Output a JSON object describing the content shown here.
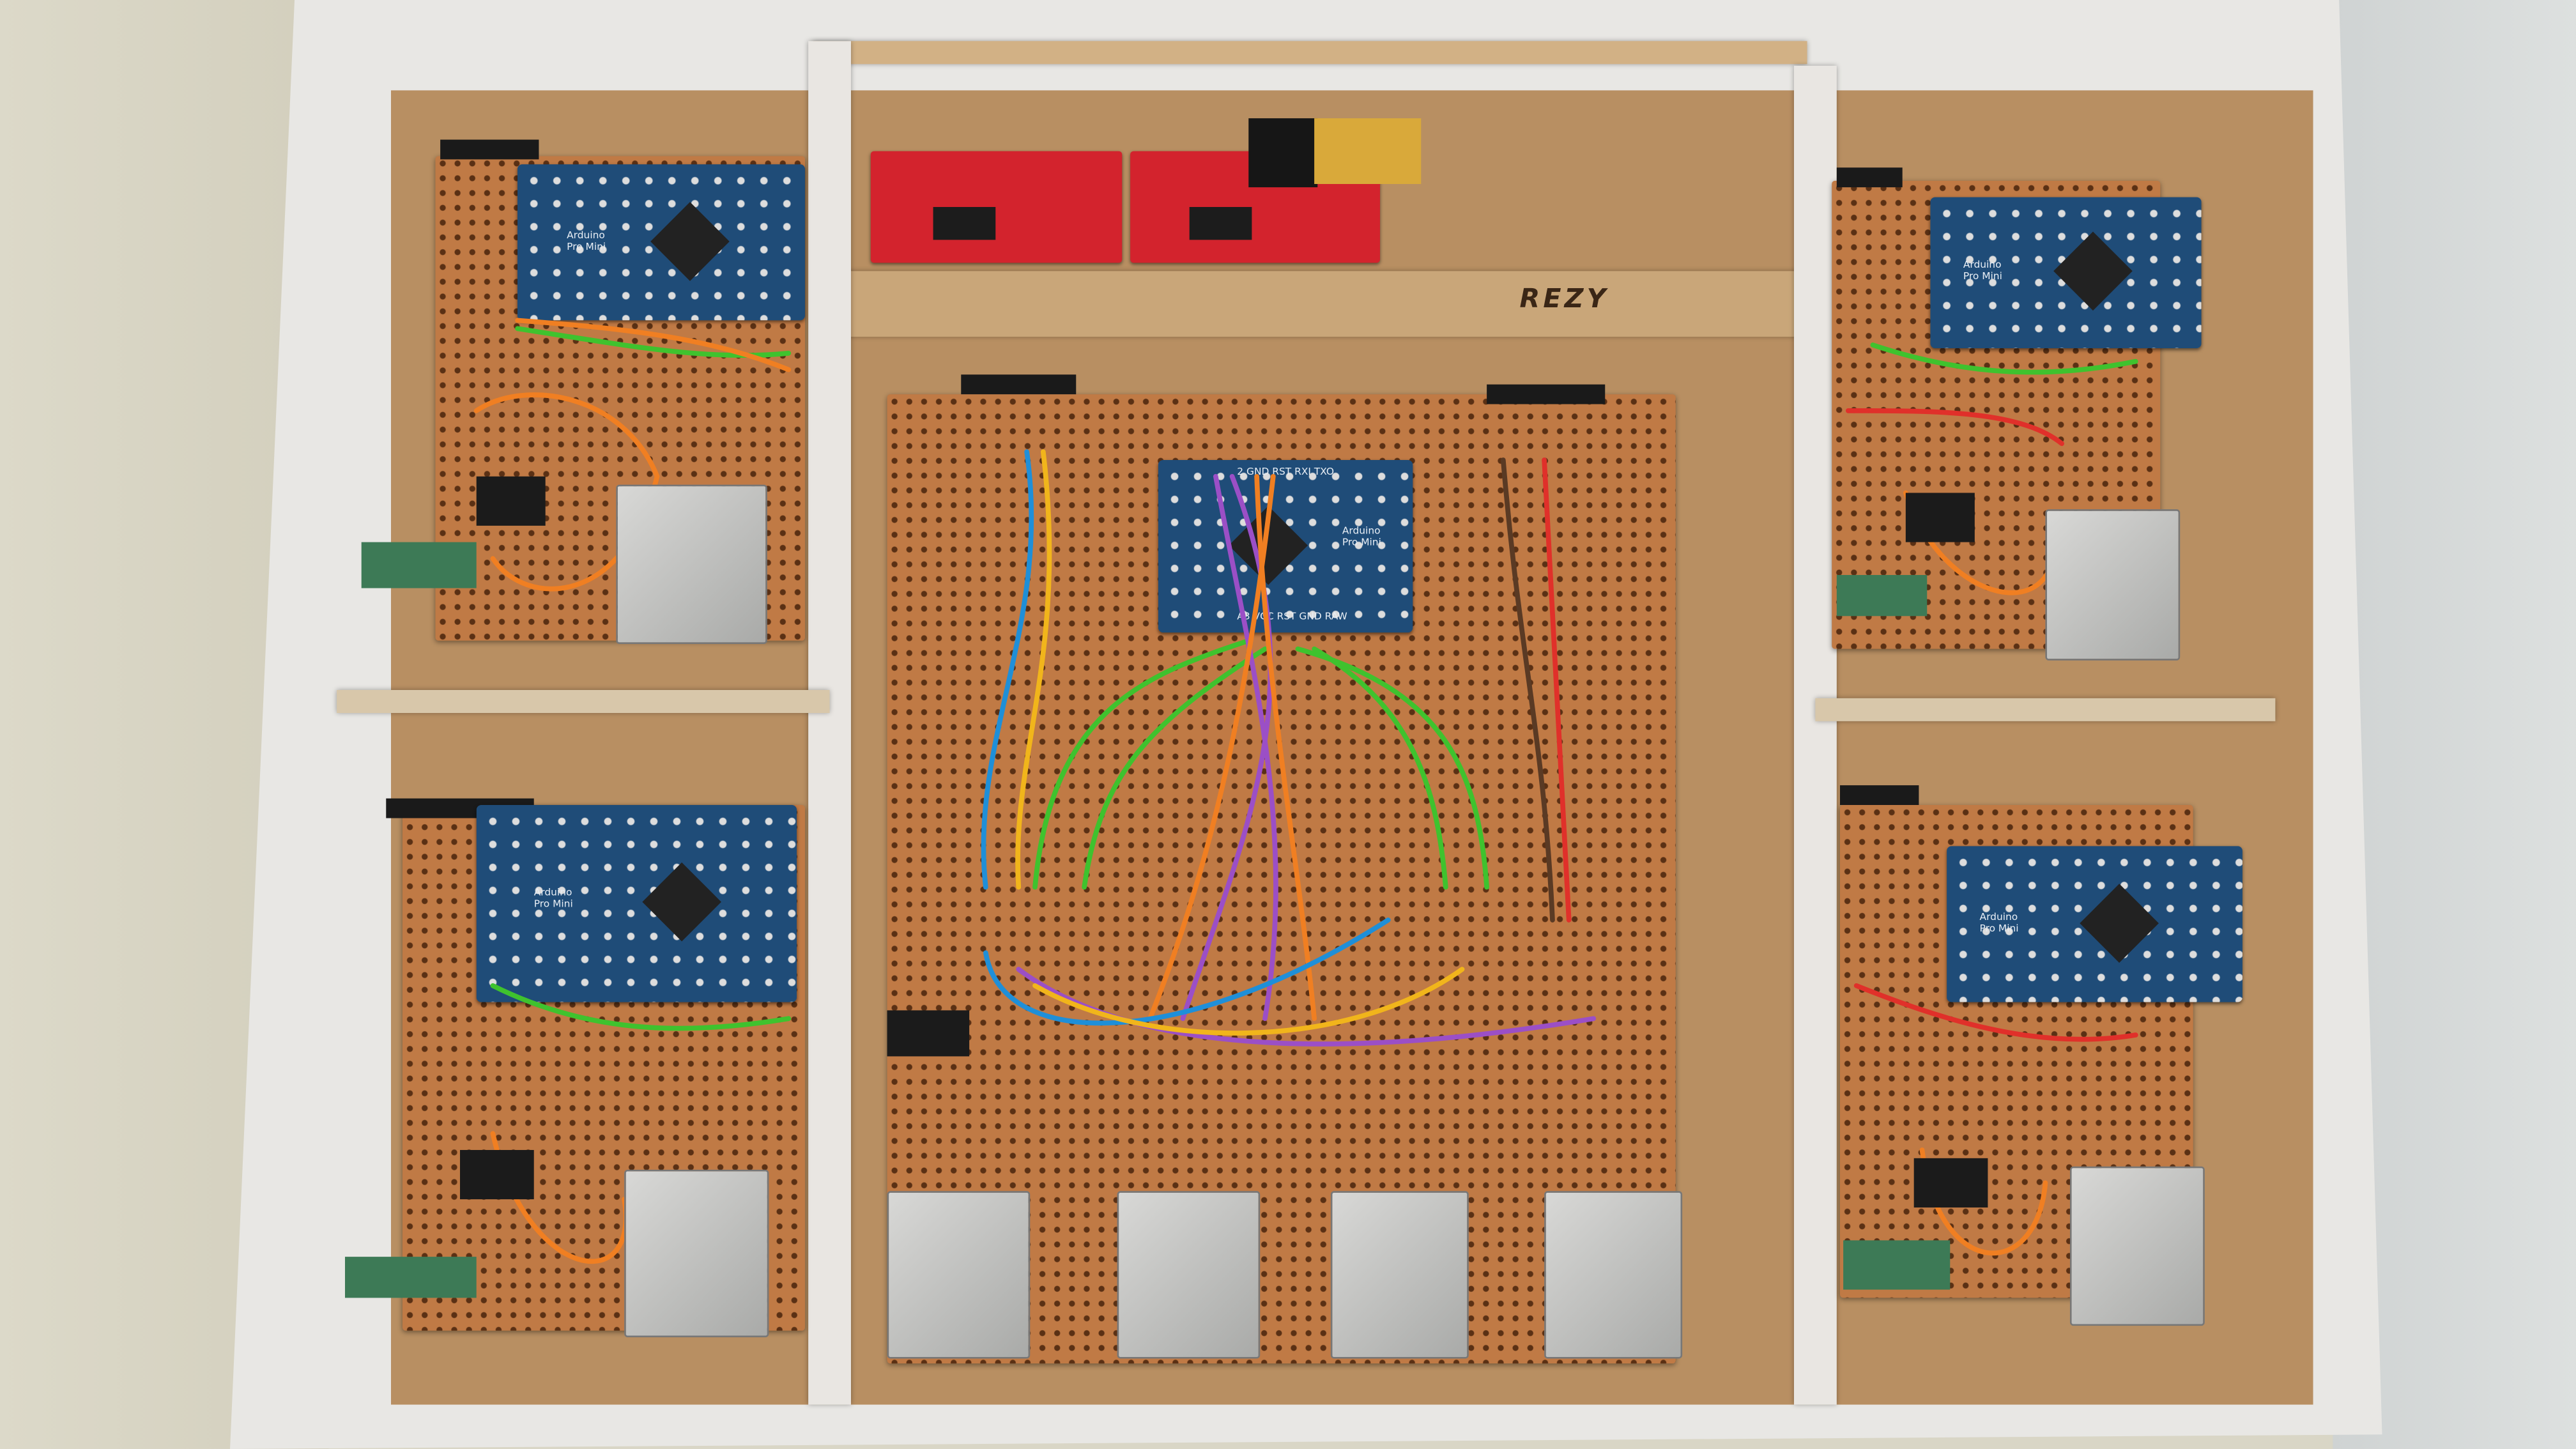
{
  "photo": {
    "stamp_logo": "REZY",
    "board_label_line1": "Arduino",
    "board_label_line2": "Pro Mini",
    "center_board_pins_top": "2 GND RST RXI TXO",
    "center_board_pins_bottom": "A3 VCC RST GND RAW",
    "colors": {
      "cardboard": "#b88f62",
      "perfboard": "#c07a45",
      "arduino_pcb": "#1f4c78",
      "usb_serial_pcb": "#d3232d"
    }
  }
}
